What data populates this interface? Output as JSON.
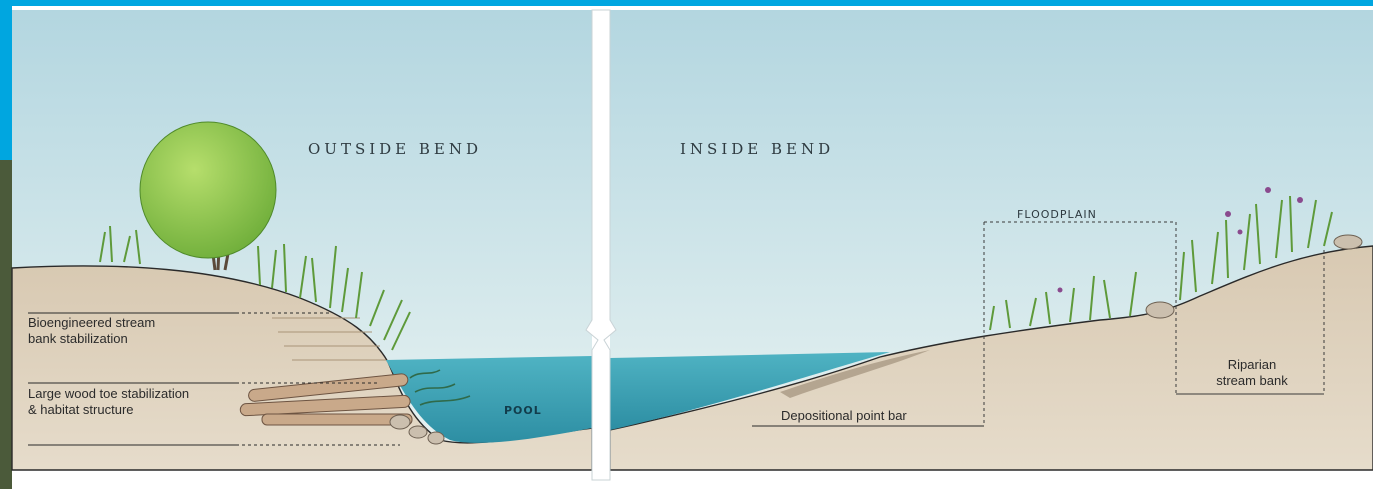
{
  "panels": {
    "outside": {
      "heading": "OUTSIDE BEND",
      "labels": {
        "bioengineered": [
          "Bioengineered stream",
          "bank stabilization"
        ],
        "large_wood": [
          "Large wood toe stabilization",
          "& habitat structure"
        ],
        "pool": "POOL"
      }
    },
    "inside": {
      "heading": "INSIDE BEND",
      "labels": {
        "floodplain": "FLOODPLAIN",
        "point_bar": "Depositional point bar",
        "riparian": [
          "Riparian",
          "stream bank"
        ]
      }
    }
  },
  "colors": {
    "frame_accent": "#00a6e0",
    "sky_top": "#b7d8e2",
    "sky_bottom": "#e8f3f3",
    "soil": "#d9cbb6",
    "water": "#3a9fb2",
    "vegetation": "#6fa244",
    "tree": "#8cc54a"
  }
}
